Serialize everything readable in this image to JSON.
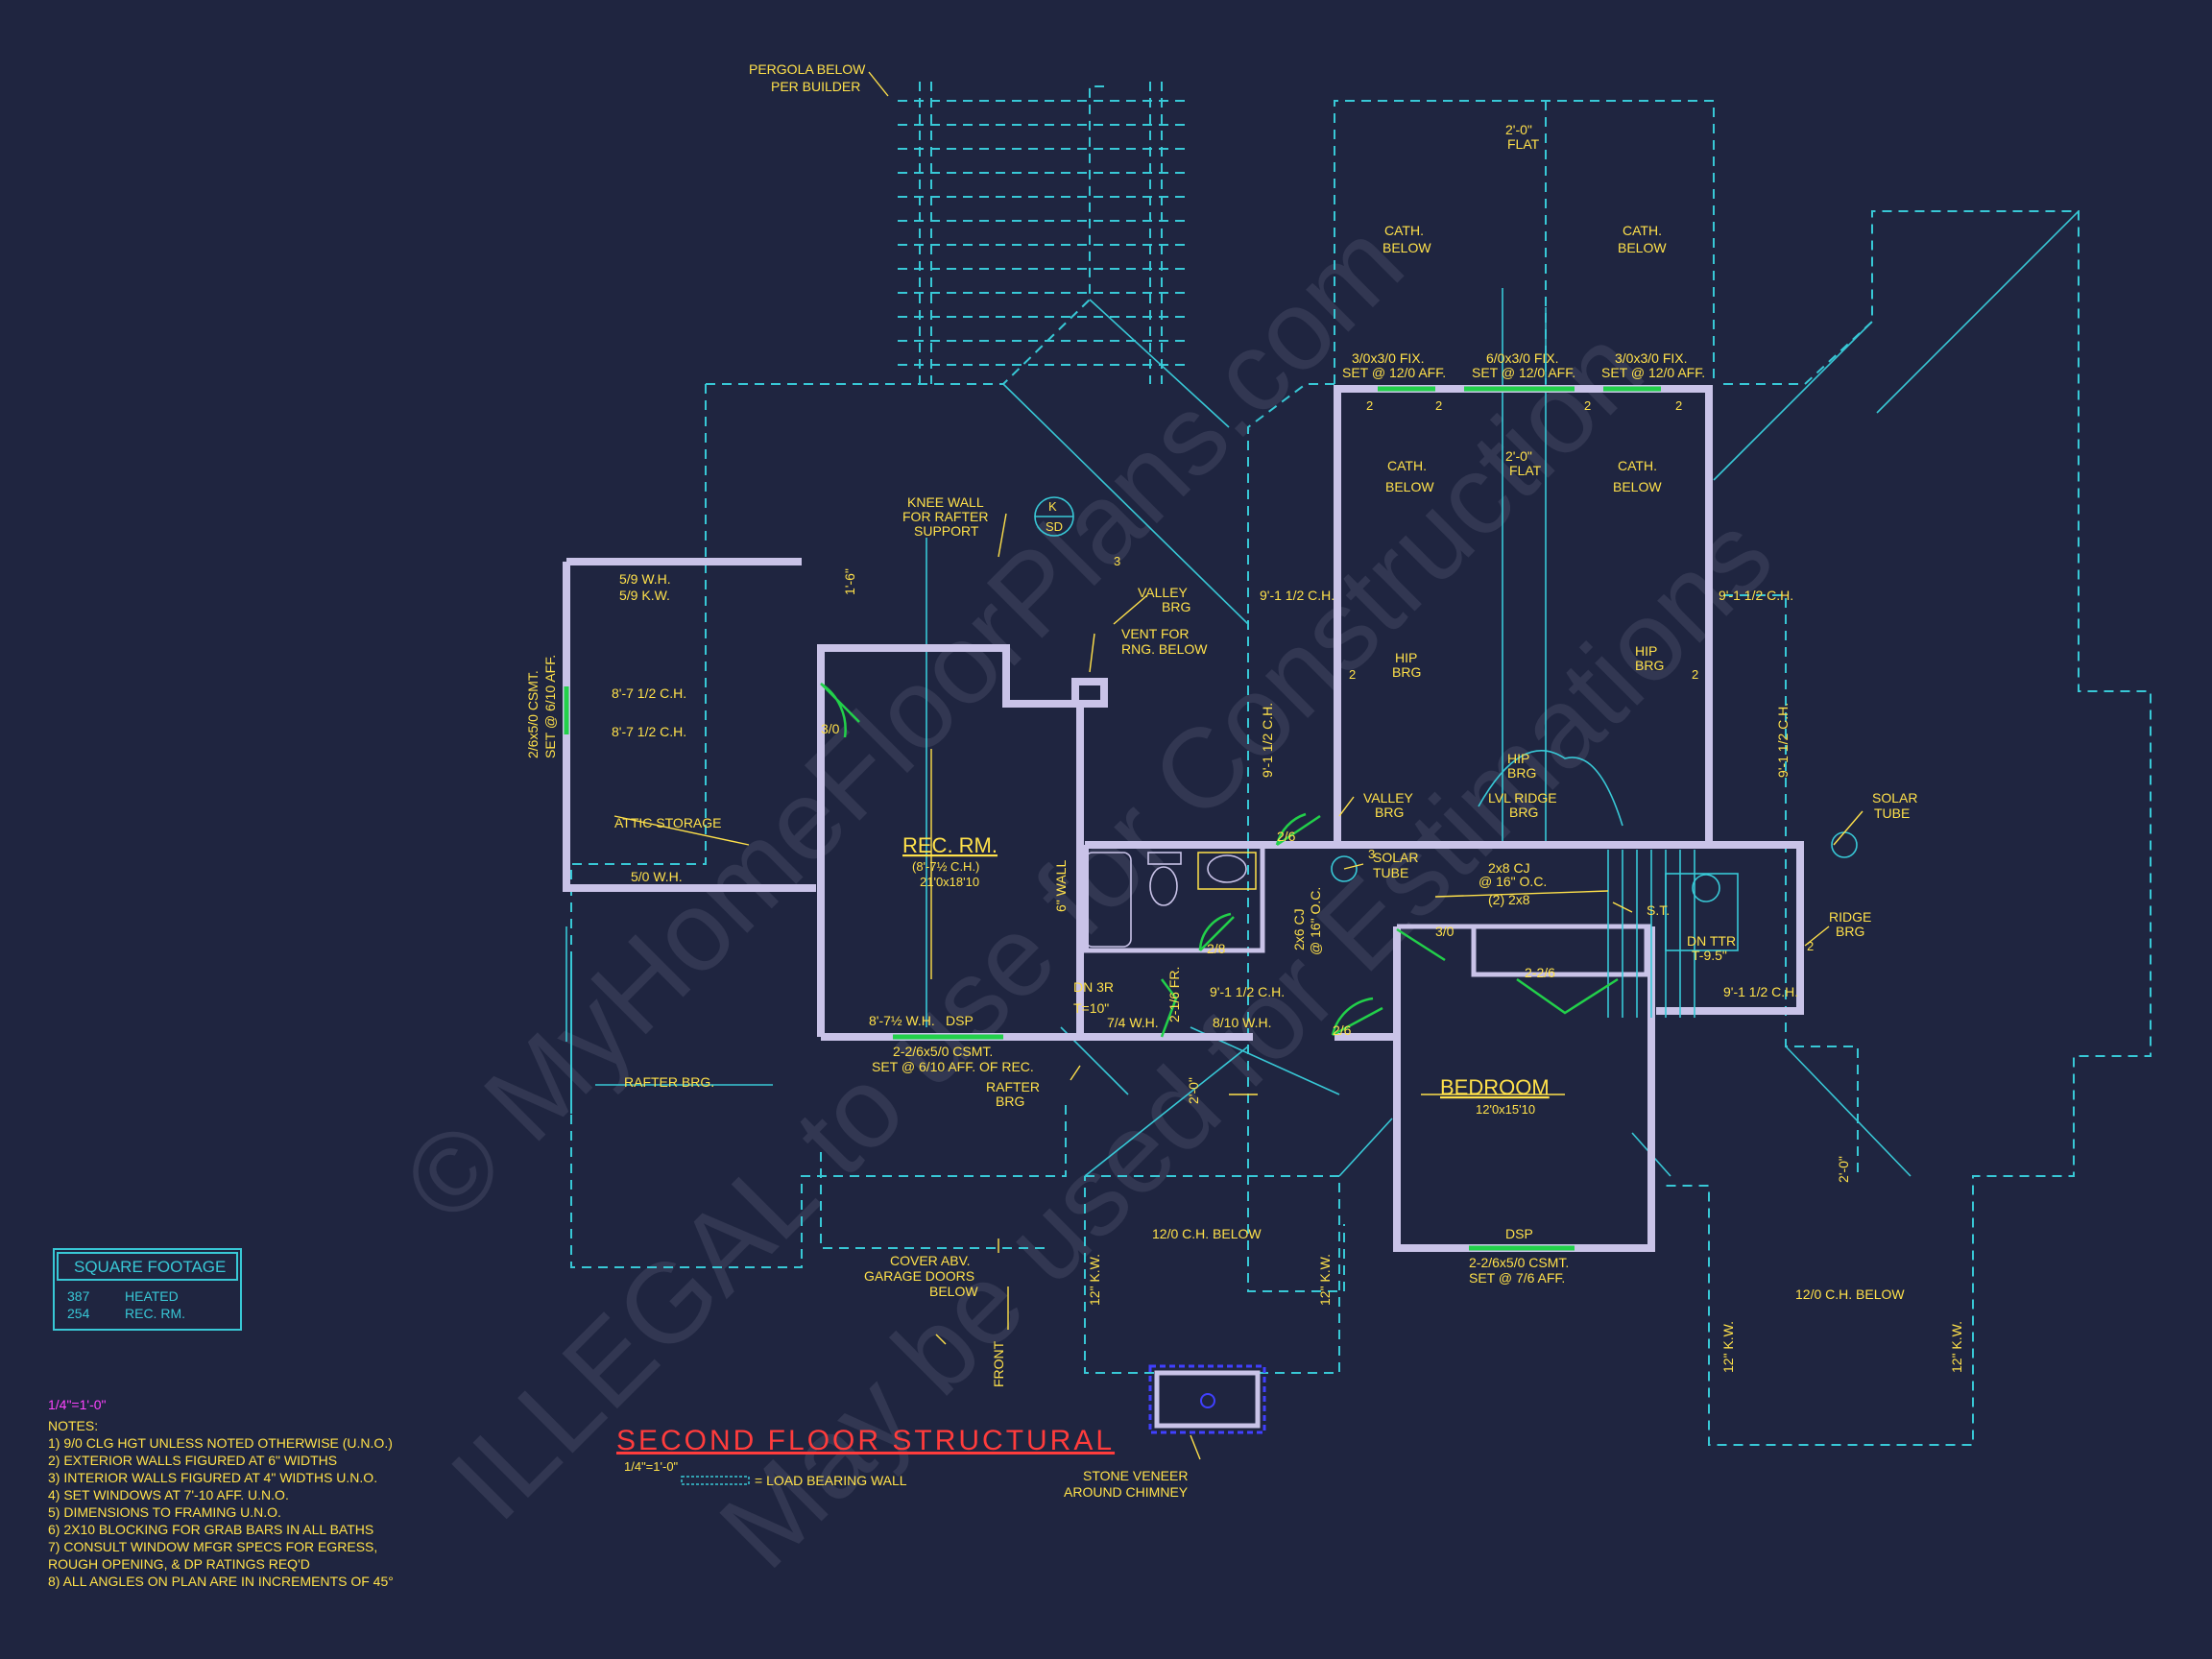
{
  "drawing_title": "SECOND FLOOR STRUCTURAL",
  "watermark": {
    "line1": "© MyHomeFloorPlans.com",
    "line2": "ILLEGAL to use for Construction",
    "line3": "May be used for Estimations"
  },
  "rooms": {
    "rec_rm": {
      "name": "REC. RM.",
      "ceiling": "(8'-7½ C.H.)",
      "size": "21'0x18'10"
    },
    "bedroom": {
      "name": "BEDROOM",
      "size": "12'0x15'10"
    }
  },
  "labels": {
    "pergola_1": "PERGOLA BELOW",
    "pergola_2": "PER BUILDER",
    "knee_1": "KNEE WALL",
    "knee_2": "FOR RAFTER",
    "knee_3": "SUPPORT",
    "section_top": "K",
    "section_bottom": "SD",
    "valley_brg_1": "VALLEY",
    "valley_brg_2": "BRG",
    "vent_1": "VENT FOR",
    "vent_2": "RNG. BELOW",
    "wh_59": "5/9 W.H.",
    "kw_59": "5/9 K.W.",
    "ch_8712a": "8'-7 1/2 C.H.",
    "ch_8712b": "8'-7 1/2 C.H.",
    "csmt_left_1": "2/6x5/0 CSMT.",
    "csmt_left_2": "SET @ 6/10 AFF.",
    "d30": "3/0",
    "attic": "ATTIC STORAGE",
    "wh_50": "5/0 W.H.",
    "ch_912_left": "9'-1 1/2 C.H.",
    "ch_912_vert": "9'-1 1/2 C.H.",
    "cath_1": "CATH.",
    "cath_2": "BELOW",
    "flat_dim": "2'-0\"",
    "flat": "FLAT",
    "fix_left_1": "3/0x3/0 FIX.",
    "fix_left_2": "SET @ 12/0 AFF.",
    "fix_mid_1": "6/0x3/0 FIX.",
    "fix_mid_2": "SET @ 12/0 AFF.",
    "fix_right_1": "3/0x3/0 FIX.",
    "fix_right_2": "SET @ 12/0 AFF.",
    "hip": "HIP",
    "brg": "BRG",
    "hip_brg_1": "HIP",
    "hip_brg_2": "BRG",
    "lvl_1": "LVL RIDGE",
    "lvl_2": "BRG",
    "valley2_1": "VALLEY",
    "valley2_2": "BRG",
    "solar1_1": "SOLAR",
    "solar1_2": "TUBE",
    "solar2_1": "SOLAR",
    "solar2_2": "TUBE",
    "ridge_1": "RIDGE",
    "ridge_2": "BRG",
    "ch_912_right": "9'-1 1/2 C.H.",
    "ch_912_far": "9'-1 1/2 C.H.",
    "ch_912_r2": "9'-1 1/2 C.H.",
    "d26_a": "2/6",
    "d26_b": "2/6",
    "d28": "2/8",
    "d30_b": "3/0",
    "d226": "2-2/6",
    "wall6": "6\" WALL",
    "cj_26_1": "2x6 CJ",
    "cj_26_2": "@ 16\" O.C.",
    "cj_28_1": "2x8 CJ",
    "cj_28_2": "@ 16\" O.C.",
    "x28": "(2) 2x8",
    "st": "S.T.",
    "dn_ttr_1": "DN TTR",
    "dn_ttr_2": "T-9.5\"",
    "dn_3r_1": "DN 3R",
    "dn_3r_2": "T=10\"",
    "fr": "2-1/6 FR.",
    "wh_74": "7/4 W.H.",
    "ch_912_mid": "9'-1 1/2 C.H.",
    "wh_810": "8/10 W.H.",
    "wh_8712": "8'-7½ W.H.",
    "dsp": "DSP",
    "csmt_bot_1": "2-2/6x5/0 CSMT.",
    "csmt_bot_2": "SET @ 6/10 AFF. OF REC.",
    "rafter_brg": "RAFTER BRG.",
    "rafter_brg2_1": "RAFTER",
    "rafter_brg2_2": "BRG",
    "dim_20": "2'-0\"",
    "dim_20b": "2'-0\"",
    "dim_16": "1'-6\"",
    "ch_below_1": "12/0 C.H. BELOW",
    "ch_below_2": "12/0 C.H. BELOW",
    "kw12": "12\" K.W.",
    "cover_1": "COVER ABV.",
    "cover_2": "GARAGE DOORS",
    "cover_3": "BELOW",
    "front": "FRONT",
    "dsp_bed": "DSP",
    "csmt_bed_1": "2-2/6x5/0 CSMT.",
    "csmt_bed_2": "SET @ 7/6 AFF.",
    "chimney_1": "STONE VENEER",
    "chimney_2": "AROUND CHIMNEY",
    "lb_legend": "= LOAD BEARING WALL",
    "scale_sub": "1/4\"=1'-0\"",
    "n2": "2",
    "n3": "3"
  },
  "square_footage": {
    "title": "SQUARE FOOTAGE",
    "rows": [
      {
        "value": "387",
        "label": "HEATED"
      },
      {
        "value": "254",
        "label": "REC. RM."
      }
    ]
  },
  "scale": "1/4\"=1'-0\"",
  "notes_title": "NOTES:",
  "notes": [
    "1)  9/0 CLG HGT UNLESS NOTED OTHERWISE (U.N.O.)",
    "2)  EXTERIOR WALLS FIGURED AT 6\" WIDTHS",
    "3)  INTERIOR WALLS FIGURED AT 4\" WIDTHS U.N.O.",
    "4)  SET WINDOWS AT 7'-10 AFF. U.N.O.",
    "5)  DIMENSIONS TO FRAMING U.N.O.",
    "6)  2X10 BLOCKING FOR GRAB BARS IN ALL BATHS",
    "7)  CONSULT WINDOW MFGR SPECS FOR EGRESS,",
    "      ROUGH OPENING, & DP RATINGS REQ'D",
    "8)  ALL ANGLES ON PLAN ARE IN INCREMENTS OF 45°"
  ],
  "colors": {
    "background": "#1f2540",
    "roof": "#38c8d6",
    "walls": "#c9c3e8",
    "text": "#ffe14a",
    "windows": "#22d04a",
    "title": "#ff3c3c",
    "scale": "#ff44ff"
  }
}
